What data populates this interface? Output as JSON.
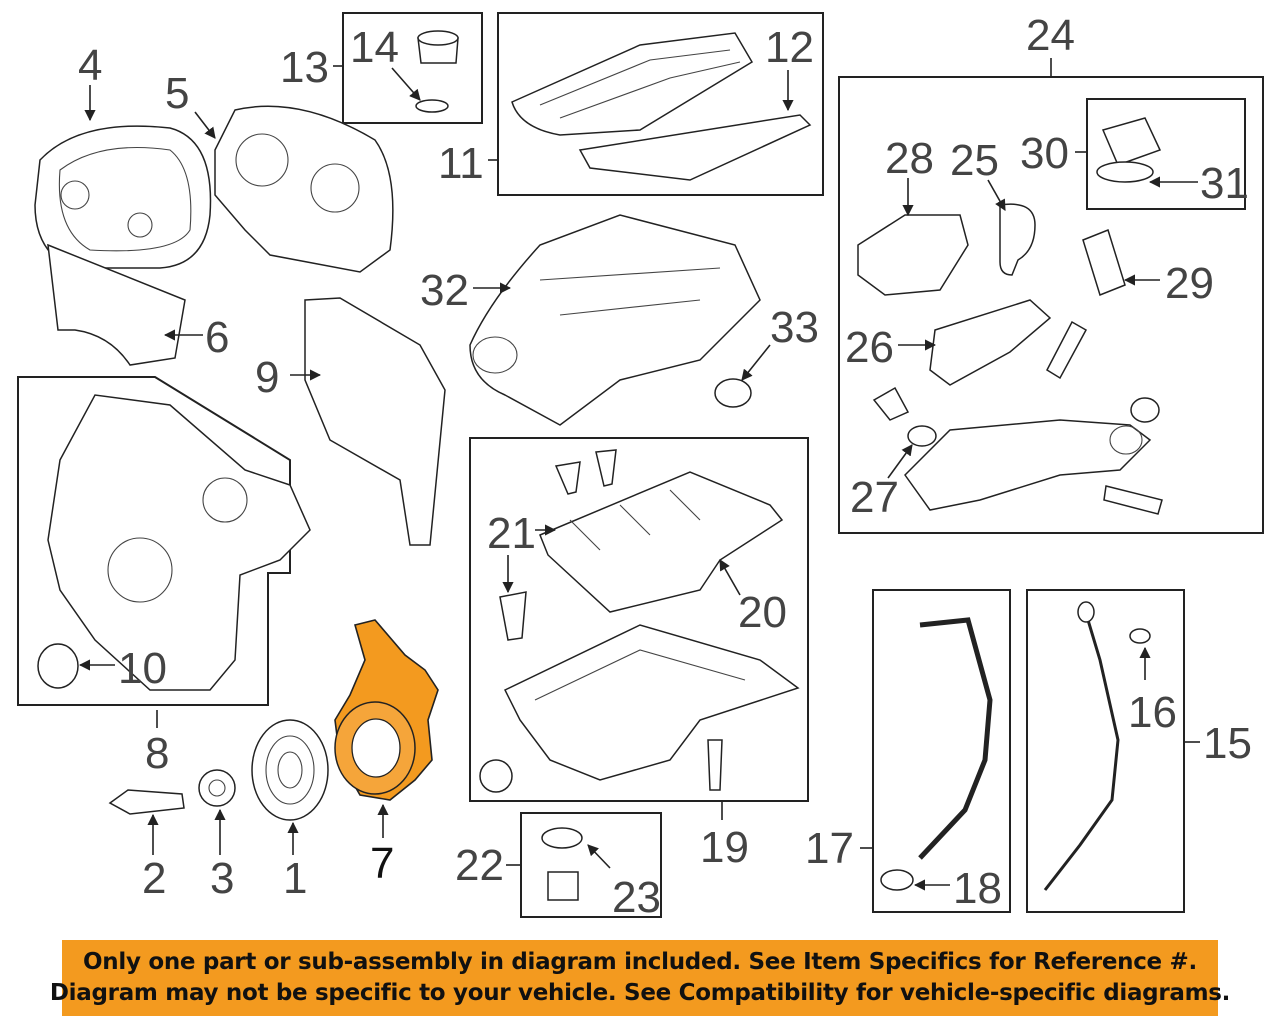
{
  "diagram": {
    "highlight_color": "#f39a1f",
    "highlighted_part": "7",
    "callouts": [
      "1",
      "2",
      "3",
      "4",
      "5",
      "6",
      "7",
      "8",
      "9",
      "10",
      "11",
      "12",
      "13",
      "14",
      "15",
      "16",
      "17",
      "18",
      "19",
      "20",
      "21",
      "22",
      "23",
      "24",
      "25",
      "26",
      "27",
      "28",
      "29",
      "30",
      "31",
      "32",
      "33"
    ]
  },
  "notice": {
    "line1": "Only one part or sub-assembly in diagram included. See Item Specifics for Reference #.",
    "line2": "Diagram may not be specific to your vehicle. See Compatibility for vehicle-specific diagrams.",
    "background": "#f39a1f"
  }
}
